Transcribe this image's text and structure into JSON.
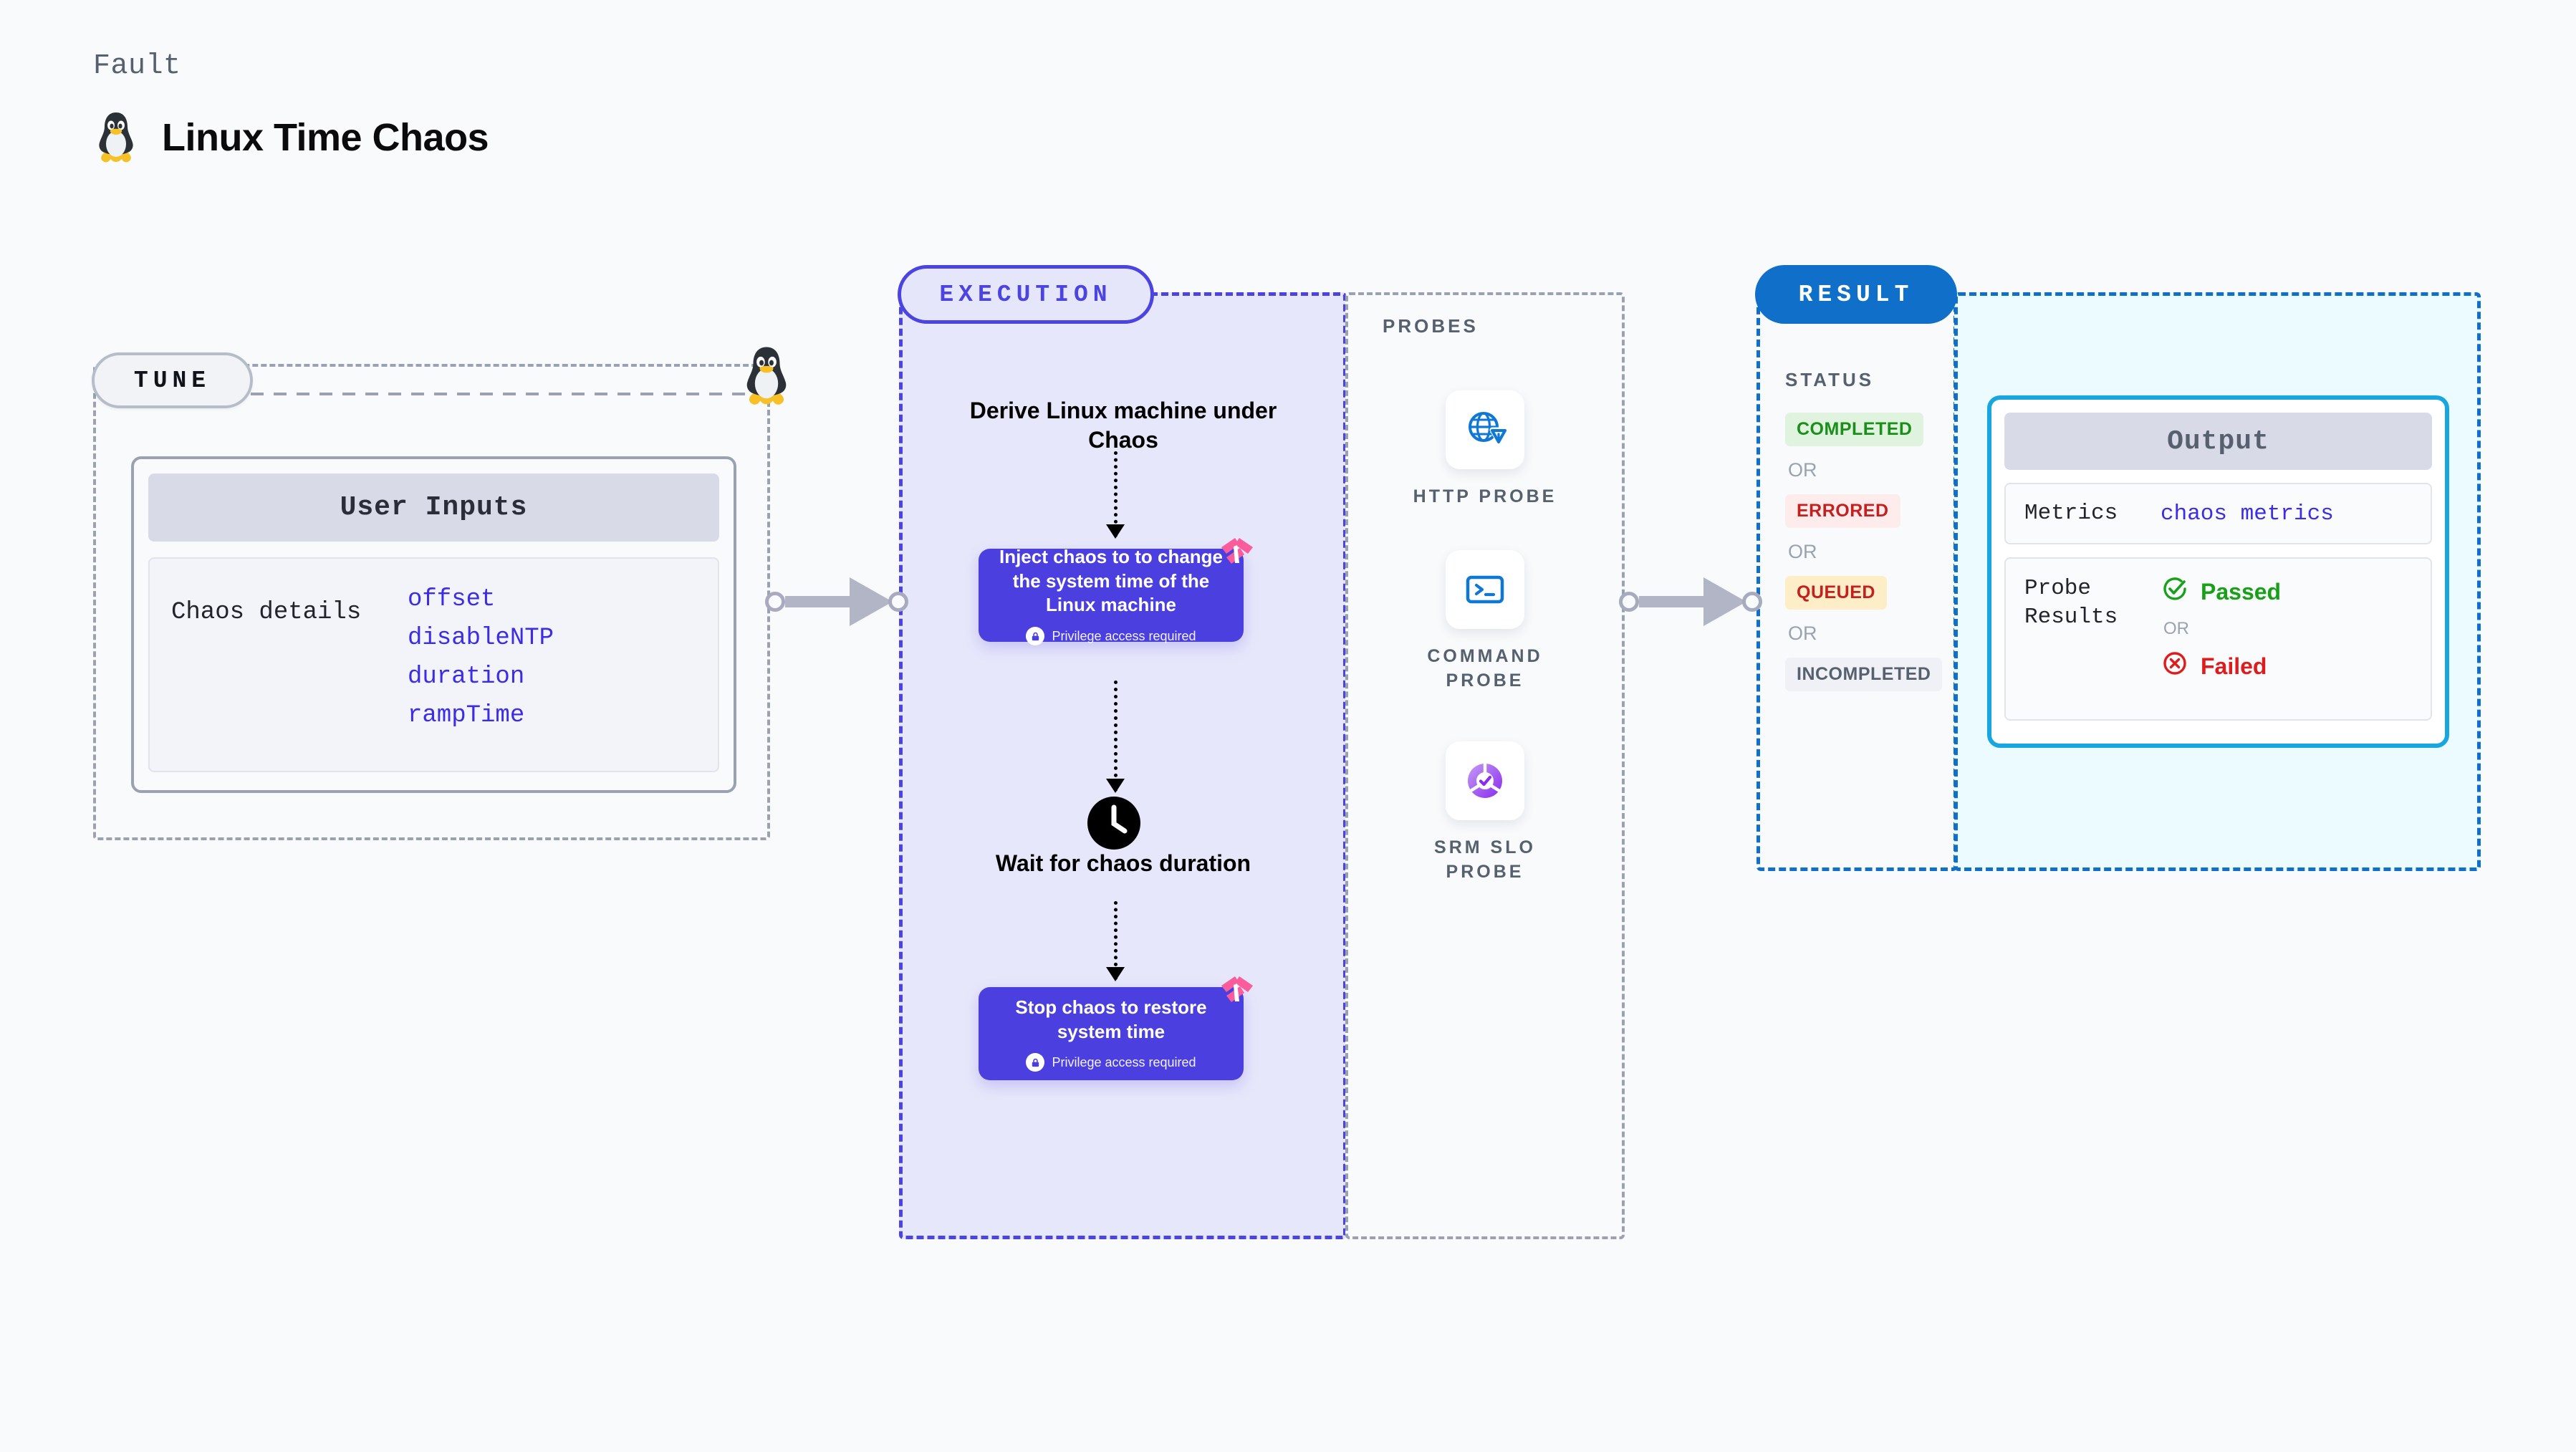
{
  "header": {
    "eyebrow": "Fault",
    "title": "Linux Time Chaos",
    "icon": "linux-penguin-icon"
  },
  "tune": {
    "pill_label": "TUNE",
    "card": {
      "header": "User Inputs",
      "row_label": "Chaos details",
      "params": [
        "offset",
        "disableNTP",
        "duration",
        "rampTime"
      ]
    },
    "edge_icon": "linux-penguin-icon"
  },
  "execution": {
    "pill_label": "EXECUTION",
    "steps": [
      {
        "type": "text",
        "label": "Derive Linux machine under Chaos"
      },
      {
        "type": "card",
        "label": "Inject chaos to to change the system time of the Linux machine",
        "note": "Privilege access required",
        "note_icon": "lock-icon",
        "brand_icon": "harness-logo-icon"
      },
      {
        "type": "wait",
        "label": "Wait for chaos duration",
        "icon": "clock-icon"
      },
      {
        "type": "card",
        "label": "Stop chaos to restore system time",
        "note": "Privilege access required",
        "note_icon": "lock-icon",
        "brand_icon": "harness-logo-icon"
      }
    ]
  },
  "probes": {
    "label": "PROBES",
    "items": [
      {
        "name": "HTTP PROBE",
        "icon": "globe-warning-icon"
      },
      {
        "name": "COMMAND PROBE",
        "icon": "terminal-icon"
      },
      {
        "name": "SRM SLO PROBE",
        "icon": "slo-donut-check-icon"
      }
    ]
  },
  "result": {
    "pill_label": "RESULT",
    "status_label": "STATUS",
    "or_label": "OR",
    "statuses": [
      "COMPLETED",
      "ERRORED",
      "QUEUED",
      "INCOMPLETED"
    ]
  },
  "output": {
    "header": "Output",
    "metrics_key": "Metrics",
    "metrics_value": "chaos metrics",
    "probe_key": "Probe Results",
    "passed_label": "Passed",
    "failed_label": "Failed",
    "or_label": "OR",
    "passed_icon": "check-circle-icon",
    "failed_icon": "x-circle-icon"
  },
  "colors": {
    "background": "#f8fafc",
    "execution_purple": "#4b44e0",
    "execution_fill": "#e7e7fb",
    "card_purple": "#4b3fe0",
    "result_blue": "#0f6fc9",
    "output_fill": "#ecfbff",
    "output_border": "#17a6e0",
    "harness_pink": "#fb5c9b",
    "status_completed": "#1a8f1a",
    "status_errored": "#c42020",
    "status_queued": "#c42020",
    "status_incompleted": "#57606e",
    "param_blue": "#3a2ce8",
    "muted": "#57606e"
  }
}
